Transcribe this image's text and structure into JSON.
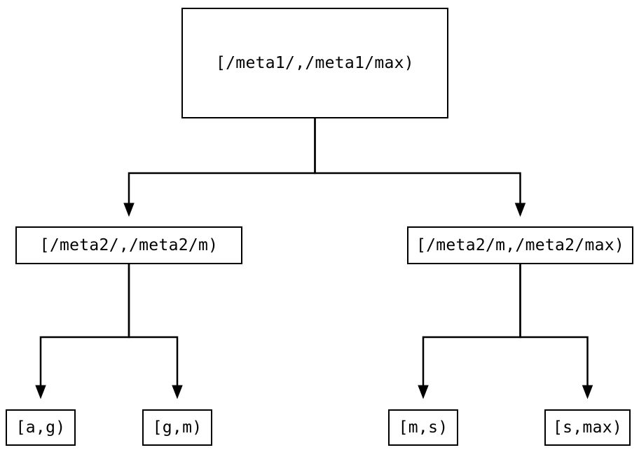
{
  "diagram": {
    "type": "tree",
    "colors": {
      "background": "#ffffff",
      "line": "#000000",
      "text": "#000000",
      "node_border": "#000000",
      "node_fill": "#ffffff"
    },
    "nodes": {
      "root": {
        "label": "[/meta1/,/meta1/max)"
      },
      "meta2_left": {
        "label": "[/meta2/,/meta2/m)"
      },
      "meta2_right": {
        "label": "[/meta2/m,/meta2/max)"
      },
      "leaf_ag": {
        "label": "[a,g)"
      },
      "leaf_gm": {
        "label": "[g,m)"
      },
      "leaf_ms": {
        "label": "[m,s)"
      },
      "leaf_smax": {
        "label": "[s,max)"
      }
    },
    "edges": [
      {
        "from": "root",
        "to": "meta2_left",
        "arrow": "filled-triangle-down"
      },
      {
        "from": "root",
        "to": "meta2_right",
        "arrow": "filled-triangle-down"
      },
      {
        "from": "meta2_left",
        "to": "leaf_ag",
        "arrow": "filled-triangle-down"
      },
      {
        "from": "meta2_left",
        "to": "leaf_gm",
        "arrow": "filled-triangle-down"
      },
      {
        "from": "meta2_right",
        "to": "leaf_ms",
        "arrow": "filled-triangle-down"
      },
      {
        "from": "meta2_right",
        "to": "leaf_smax",
        "arrow": "filled-triangle-down"
      }
    ]
  }
}
